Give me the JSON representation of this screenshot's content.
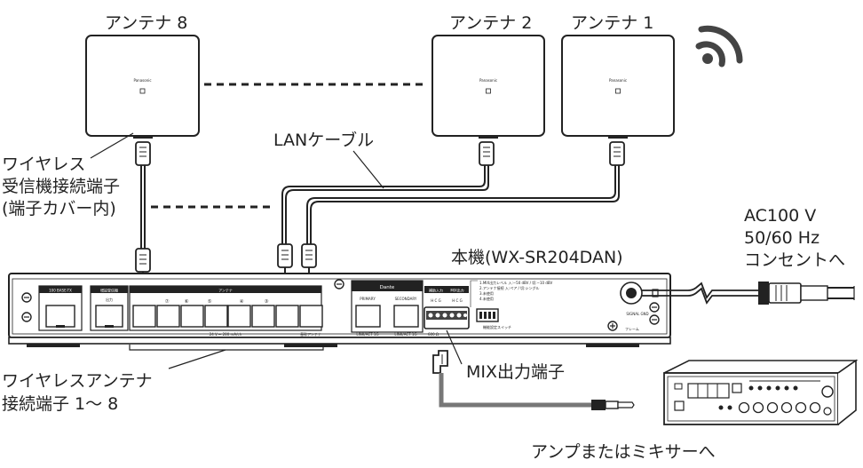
{
  "antennas": [
    {
      "label": "アンテナ 8",
      "brand": "Panasonic"
    },
    {
      "label": "アンテナ 2",
      "brand": "Panasonic"
    },
    {
      "label": "アンテナ 1",
      "brand": "Panasonic"
    }
  ],
  "labels": {
    "lan_cable": "LANケーブル",
    "receiver_terminal_line1": "ワイヤレス",
    "receiver_terminal_line2": "受信機接続端子",
    "receiver_terminal_line3": "(端子カバー内)",
    "main_unit": "本機(WX-SR204DAN)",
    "power_line1": "AC100 V",
    "power_line2": "50/60 Hz",
    "power_line3": "コンセントへ",
    "antenna_terminals_line1": "ワイヤレスアンテナ",
    "antenna_terminals_line2": "接続端子 1〜 8",
    "mix_output": "MIX出力端子",
    "amp": "アンプまたはミキサーへ"
  },
  "panel": {
    "base_tx": "100 BASE-TX",
    "cascade_header": "増設受信機",
    "cascade_out": "出力",
    "antenna_header": "アンテナ",
    "port_labels": [
      "⑦",
      "⑥",
      "⑤",
      "④",
      "③"
    ],
    "power_spec": "24 V ⎓ 280 mA/ch",
    "base_antenna": "基幹アンテナ",
    "dante": "Dante",
    "primary": "PRIMARY",
    "secondary": "SECONDARY",
    "link_act": "LINK/ACT 1G",
    "balanced_in": "補助入力",
    "mix_out": "MIX出力",
    "hcg": "H C G",
    "impedance": "600 Ω",
    "switch_label": "機能設定スイッチ",
    "switch_legend": [
      "1.MIX出力レベル 入:−50 dBV / 切:−10 dBV",
      "2.アンテナ接続 入:ペア / 切:シングル",
      "3.未使用",
      "4.未使用"
    ],
    "signal_gnd": "SIGNAL GND",
    "frame": "フレーム"
  }
}
